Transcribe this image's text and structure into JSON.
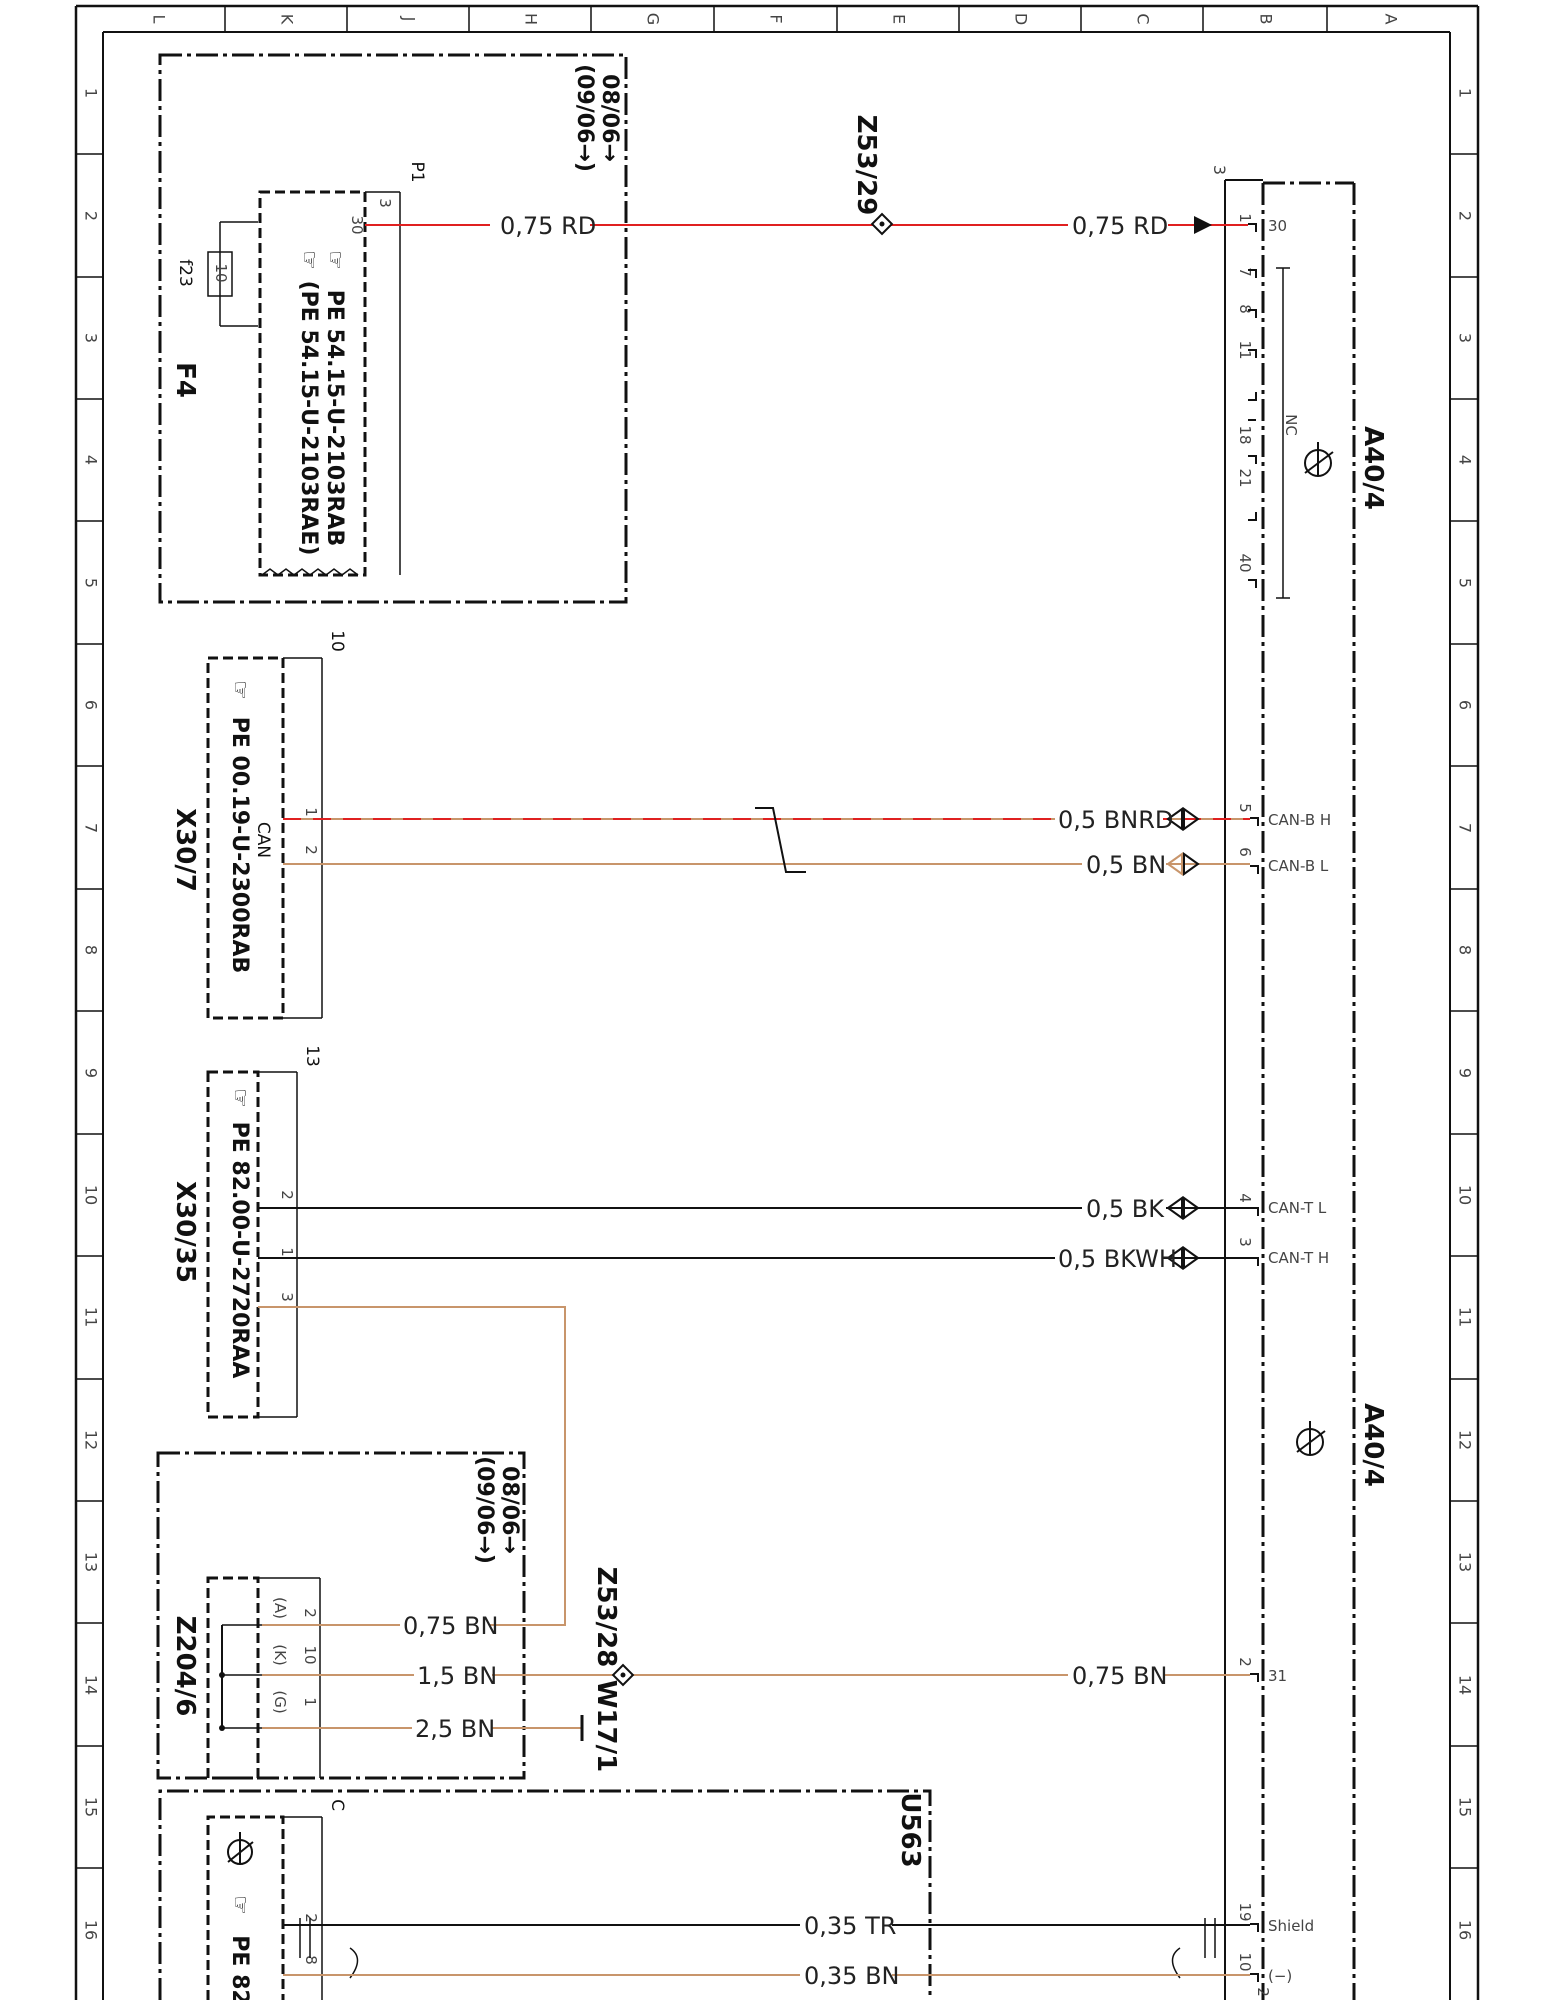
{
  "column_letters": [
    "L",
    "K",
    "J",
    "H",
    "G",
    "F",
    "E",
    "D",
    "C",
    "B",
    "A"
  ],
  "row_numbers": [
    "1",
    "2",
    "3",
    "4",
    "5",
    "6",
    "7",
    "8",
    "9",
    "10",
    "11",
    "12",
    "13",
    "14",
    "15",
    "16"
  ],
  "colors": {
    "red": "#e02020",
    "brown": "#c8956b",
    "black": "#111111",
    "frame": "#111111"
  },
  "components": {
    "a40_top": "A40/4",
    "a40_mid": "A40/4",
    "f4": "F4",
    "f23": "f23",
    "fuse_rating": "10",
    "f4_pe1": "PE 54.15-U-2103RAB",
    "f4_pe2": "(PE 54.15-U-2103RAE)",
    "f4_date1": "08/06→",
    "f4_date2": "(09/06→)",
    "x30_7": "X30/7",
    "x30_7_pe": "PE 00.19-U-2300RAB",
    "x30_7_can": "CAN",
    "x30_35": "X30/35",
    "x30_35_pe": "PE 82.00-U-2720RAA",
    "z204_6": "Z204/6",
    "z204_date1": "08/06→",
    "z204_date2": "(09/06→)",
    "u563": "U563",
    "u563_pe": "PE 82",
    "z53_29": "Z53/29",
    "z53_28": "Z53/28",
    "w17_1": "W17/1",
    "p1": "P1",
    "nc": "NC",
    "conn_3": "3",
    "conn_10": "10",
    "conn_13": "13",
    "conn_c": "C"
  },
  "wires": {
    "w_rd_left": "0,75 RD",
    "w_rd_right": "0,75 RD",
    "w_bnrd": "0,5 BNRD",
    "w_bn05": "0,5 BN",
    "w_bk": "0,5 BK",
    "w_bkwh": "0,5 BKWH",
    "w_bn075a": "0,75 BN",
    "w_bn15": "1,5 BN",
    "w_bn25": "2,5 BN",
    "w_bn075b": "0,75 BN",
    "w_tr": "0,35 TR",
    "w_bn035": "0,35 BN"
  },
  "a40_pins": {
    "p1": "1",
    "p30": "30",
    "p7": "7",
    "p8": "8",
    "p11": "11",
    "p18": "18",
    "p21": "21",
    "p40": "40",
    "p5": "5",
    "can_bh": "CAN-B H",
    "p6": "6",
    "can_bl": "CAN-B L",
    "p4": "4",
    "can_tl": "CAN-T L",
    "p3": "3",
    "can_th": "CAN-T H",
    "p2": "2",
    "p31": "31",
    "p19": "19",
    "shield": "Shield",
    "p10": "10",
    "minus": "(−)",
    "p2b": "2"
  },
  "left_pins": {
    "f4_30": "30",
    "f4_3": "3",
    "x307_1": "1",
    "x307_2": "2",
    "x3035_2": "2",
    "x3035_1": "1",
    "x3035_3": "3",
    "z_a": "(A)",
    "z_2": "2",
    "z_k": "(K)",
    "z_10": "10",
    "z_g": "(G)",
    "z_1": "1",
    "u_2": "2",
    "u_8": "8"
  }
}
